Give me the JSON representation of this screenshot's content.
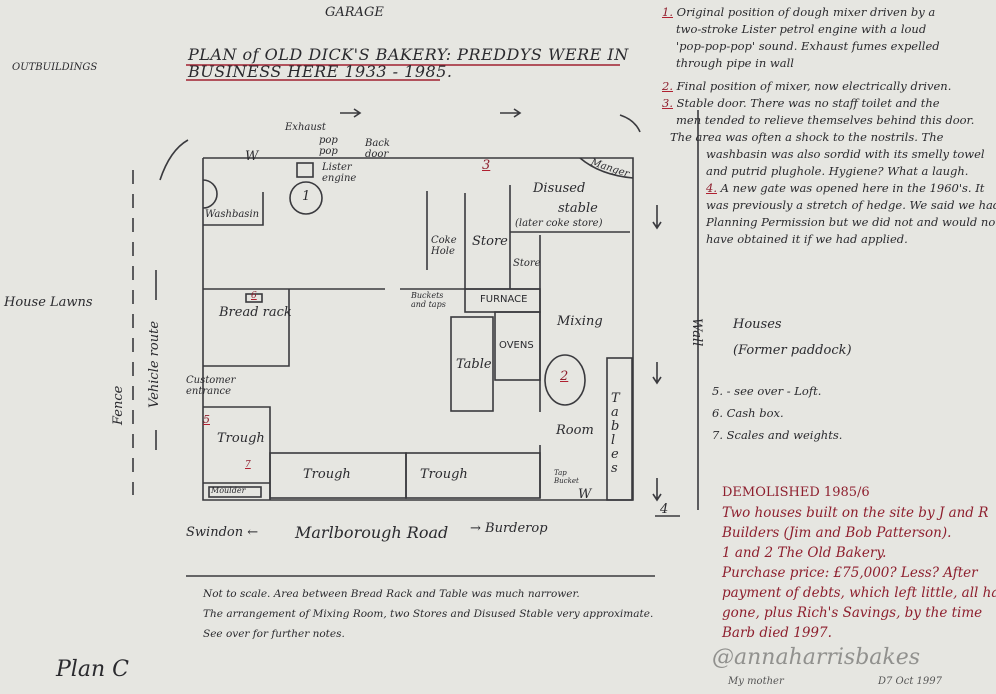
{
  "header": {
    "garage": "GARAGE",
    "title_line1": "PLAN of OLD DICK'S BAKERY: PREDDYS WERE IN",
    "title_line2": "BUSINESS HERE 1933 - 1985.",
    "outbuildings": "OUTBUILDINGS"
  },
  "surroundings": {
    "house_lawns": "House  Lawns",
    "fence": "Fence",
    "vehicle_route": "Vehicle route",
    "wall": "Wall",
    "houses": "Houses",
    "former_paddock": "(Former paddock)",
    "road": "Marlborough  Road",
    "swindon": "Swindon ←",
    "burderop": "→ Burderop",
    "plan_label": "Plan C"
  },
  "plan": {
    "exhaust": "Exhaust",
    "pop_pop": "pop pop",
    "lister_engine": "Lister engine",
    "back_door": "Back door",
    "w_top": "W",
    "w_bottom": "W",
    "washbasin": "Washbasin",
    "marker_1": "1",
    "marker_2": "2",
    "marker_3": "3",
    "marker_4": "4",
    "marker_5": "5",
    "marker_6": "6",
    "marker_7": "7",
    "manger": "Manger",
    "disused_stable": "Disused",
    "stable": "stable",
    "later_coke_store": "(later coke store)",
    "coke_hole": "Coke Hole",
    "store": "Store",
    "store2": "Store",
    "buckets_and_taps": "Buckets and taps",
    "furnace": "FURNACE",
    "bread_rack": "Bread rack",
    "mixing": "Mixing",
    "room": "Room",
    "ovens": "OVENS",
    "table": "Table",
    "tables": "Tables",
    "customer_entrance": "Customer entrance",
    "trough_1": "Trough",
    "trough_2": "Trough",
    "trough_3": "Trough",
    "moulder": "Moulder",
    "tap_bucket": "Tap Bucket"
  },
  "footnote": [
    "Not to scale. Area between Bread Rack and Table was much narrower.",
    "The arrangement of Mixing Room, two Stores and Disused Stable very approximate.",
    "See over for further notes."
  ],
  "notes": {
    "n1_num": "1.",
    "n1": [
      "Original position of dough mixer driven by a",
      "two-stroke Lister petrol engine with a loud",
      "'pop-pop-pop' sound. Exhaust fumes expelled",
      "through pipe in wall"
    ],
    "n2_num": "2.",
    "n2": "Final position of mixer, now electrically driven.",
    "n3_num": "3.",
    "n3": [
      "Stable door. There was no staff toilet and the",
      "men tended to relieve themselves behind this door.",
      "The area was often a shock to the nostrils. The",
      "washbasin was also sordid with its smelly towel",
      "and putrid plughole. Hygiene? What a laugh."
    ],
    "n4_num": "4.",
    "n4": [
      "A new gate was opened here in the 1960's. It",
      "was previously a stretch of hedge. We said we had",
      "Planning Permission but we did not and would not",
      "have obtained it if we had applied."
    ],
    "n5": "5. - see over - Loft.",
    "n6": "6. Cash box.",
    "n7": "7. Scales and weights."
  },
  "demolished": {
    "heading": "DEMOLISHED 1985/6",
    "lines": [
      "Two houses built on the site by J and R",
      "Builders (Jim and Bob Patterson).",
      "1 and 2 The Old Bakery.",
      "Purchase price: £75,000? Less? After",
      "payment of debts, which left little, all had",
      "gone, plus Rich's Savings, by the time",
      "Barb died 1997."
    ],
    "my_mother": "My mother",
    "date": "D7 Oct 1997"
  },
  "watermark": "@annaharrisbakes",
  "colors": {
    "paper": "#e6e6e1",
    "ink": "#2a2a2e",
    "red_ink": "#8e1f2e"
  }
}
